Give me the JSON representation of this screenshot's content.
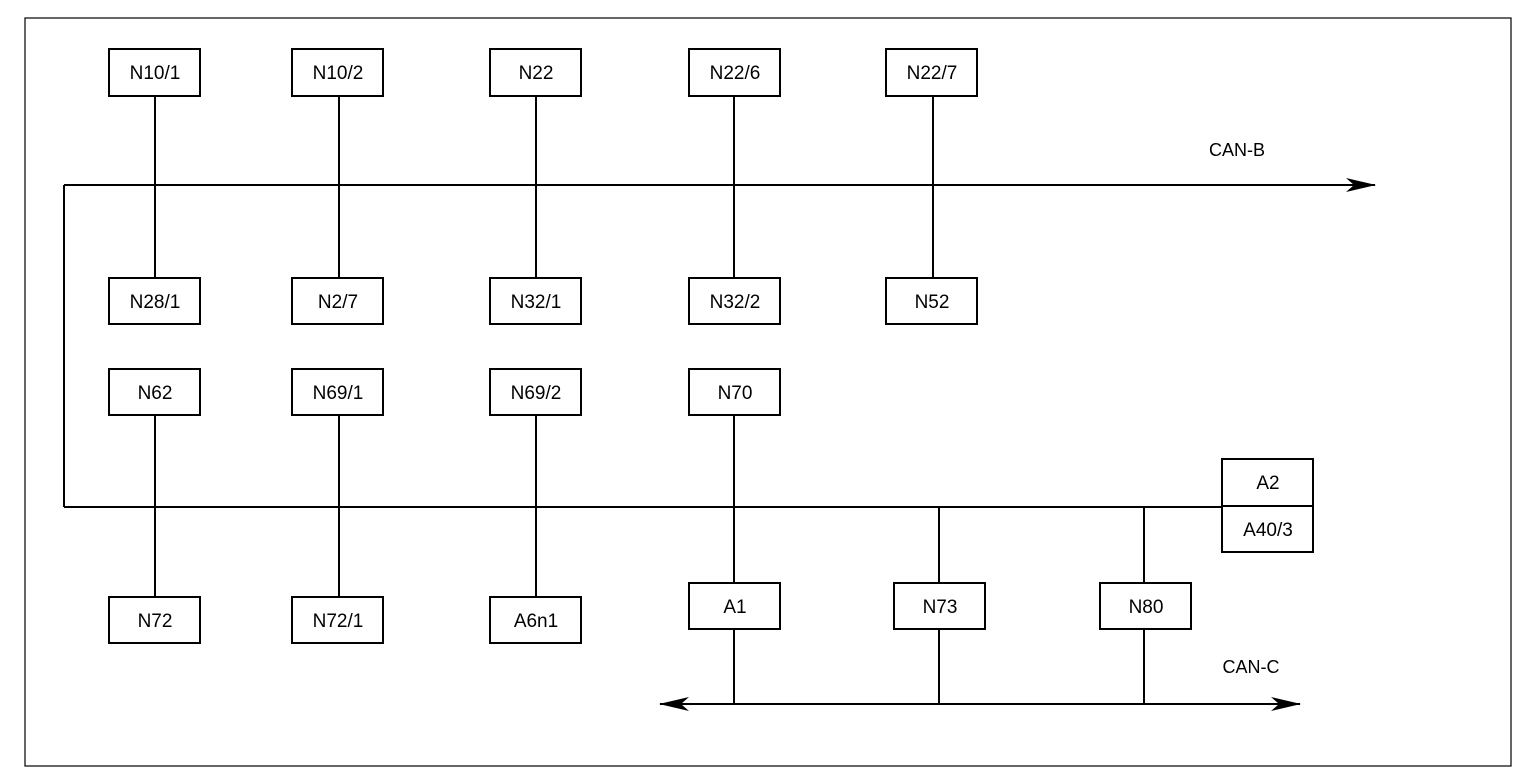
{
  "buses": {
    "can_b": "CAN-B",
    "can_c": "CAN-C"
  },
  "modules": {
    "n10_1": "N10/1",
    "n10_2": "N10/2",
    "n22": "N22",
    "n22_6": "N22/6",
    "n22_7": "N22/7",
    "n28_1": "N28/1",
    "n2_7": "N2/7",
    "n32_1": "N32/1",
    "n32_2": "N32/2",
    "n52": "N52",
    "n62": "N62",
    "n69_1": "N69/1",
    "n69_2": "N69/2",
    "n70": "N70",
    "n72": "N72",
    "n72_1": "N72/1",
    "a6n1": "A6n1",
    "a1": "A1",
    "n73": "N73",
    "n80": "N80",
    "a2": "A2",
    "a40_3": "A40/3"
  }
}
